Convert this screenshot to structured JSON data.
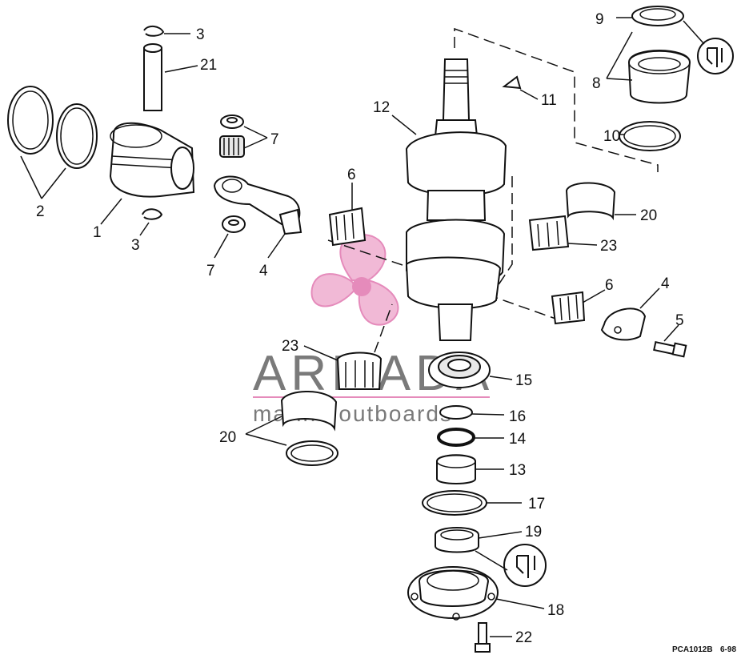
{
  "labels": {
    "l1": "1",
    "l2": "2",
    "l3a": "3",
    "l3b": "3",
    "l4a": "4",
    "l4b": "4",
    "l5": "5",
    "l6a": "6",
    "l6b": "6",
    "l7a": "7",
    "l7b": "7",
    "l8": "8",
    "l9": "9",
    "l10": "10",
    "l11": "11",
    "l12": "12",
    "l13": "13",
    "l14": "14",
    "l15": "15",
    "l16": "16",
    "l17": "17",
    "l18": "18",
    "l19": "19",
    "l20a": "20",
    "l20b": "20",
    "l21": "21",
    "l22": "22",
    "l23a": "23",
    "l23b": "23"
  },
  "footer": {
    "code": "PCA1012B",
    "date": "6-98"
  },
  "watermark": {
    "brand": "ARMADA",
    "tagline": "marine outboards",
    "color": "#e9a3c9"
  },
  "icons": {
    "lube_top": "lubricant-icon",
    "lube_bottom": "lubricant-icon"
  }
}
